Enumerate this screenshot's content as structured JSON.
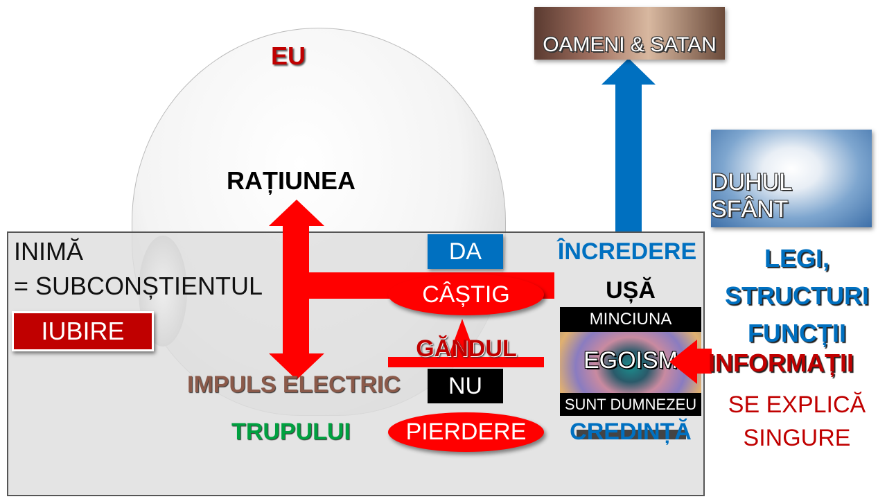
{
  "head": {
    "eu": "EU",
    "ratiunea": "RAȚIUNEA"
  },
  "heart": {
    "title": "INIMĂ",
    "subtitle": "= SUBCONȘTIENTUL",
    "love": "IUBIRE"
  },
  "flow": {
    "da": "DA",
    "castig": "CÂȘTIG",
    "gandul": "GĂNDUL",
    "nu": "NU",
    "pierdere": "PIERDERE",
    "impuls": "IMPULS ELECTRIC",
    "trupului": "TRUPULUI"
  },
  "door": {
    "incredere": "ÎNCREDERE",
    "usa": "UȘĂ",
    "minciuna": "MINCIUNA",
    "egoism": "EGOISM",
    "sunt_dumnezeu": "SUNT DUMNEZEU",
    "credinta": "CREDINȚĂ"
  },
  "top_image": {
    "label": "OAMENI & SATAN"
  },
  "spirit_image": {
    "label": "DUHUL SFÂNT"
  },
  "right_text": {
    "legi": "LEGI,",
    "structuri": "STRUCTURI",
    "functii": "FUNCȚII",
    "informatii": "INFORMAȚII",
    "se_explica": "SE EXPLICĂ",
    "singure": "SINGURE"
  },
  "colors": {
    "red": "#ff0000",
    "dark_red": "#c00000",
    "blue": "#0070c0",
    "green": "#00a040",
    "brown": "#8b5a4a"
  }
}
